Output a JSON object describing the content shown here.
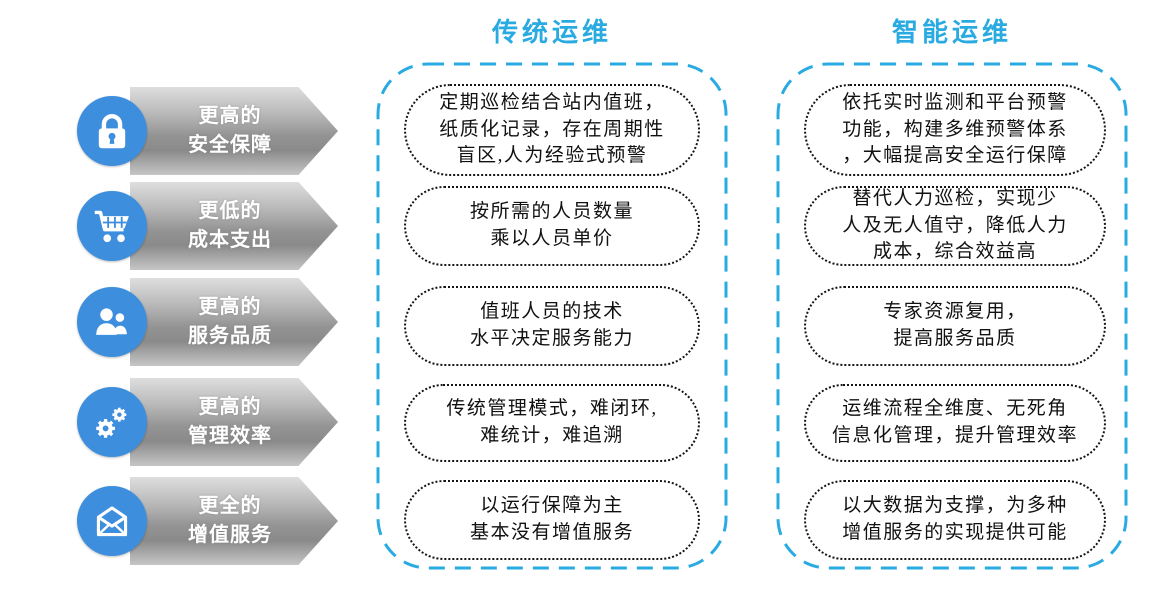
{
  "colors": {
    "accent_blue": "#29ABE2",
    "icon_circle_blue": "#3E8EDE",
    "arrow_gray": "#8a8a8a",
    "bubble_border": "#141414",
    "label_text": "#ffffff"
  },
  "rail": {
    "items": [
      {
        "icon": "lock-icon",
        "label": "更高的\n安全保障"
      },
      {
        "icon": "cart-icon",
        "label": "更低的\n成本支出"
      },
      {
        "icon": "users-icon",
        "label": "更高的\n服务品质"
      },
      {
        "icon": "gears-icon",
        "label": "更高的\n管理效率"
      },
      {
        "icon": "envelope-icon",
        "label": "更全的\n增值服务"
      }
    ]
  },
  "columns": [
    {
      "title": "传统运维",
      "bubbles": [
        "定期巡检结合站内值班，\n纸质化记录，存在周期性\n盲区,人为经验式预警",
        "按所需的人员数量\n乘以人员单价",
        "值班人员的技术\n水平决定服务能力",
        "传统管理模式，难闭环,\n难统计，难追溯",
        "以运行保障为主\n基本没有增值服务"
      ]
    },
    {
      "title": "智能运维",
      "bubbles": [
        "依托实时监测和平台预警\n功能，构建多维预警体系\n，大幅提高安全运行保障",
        "替代人力巡检，实现少\n人及无人值守，降低人力\n成本，综合效益高",
        "专家资源复用，\n提高服务品质",
        "运维流程全维度、无死角\n信息化管理，提升管理效率",
        "以大数据为支撑，为多种\n增值服务的实现提供可能"
      ]
    }
  ]
}
